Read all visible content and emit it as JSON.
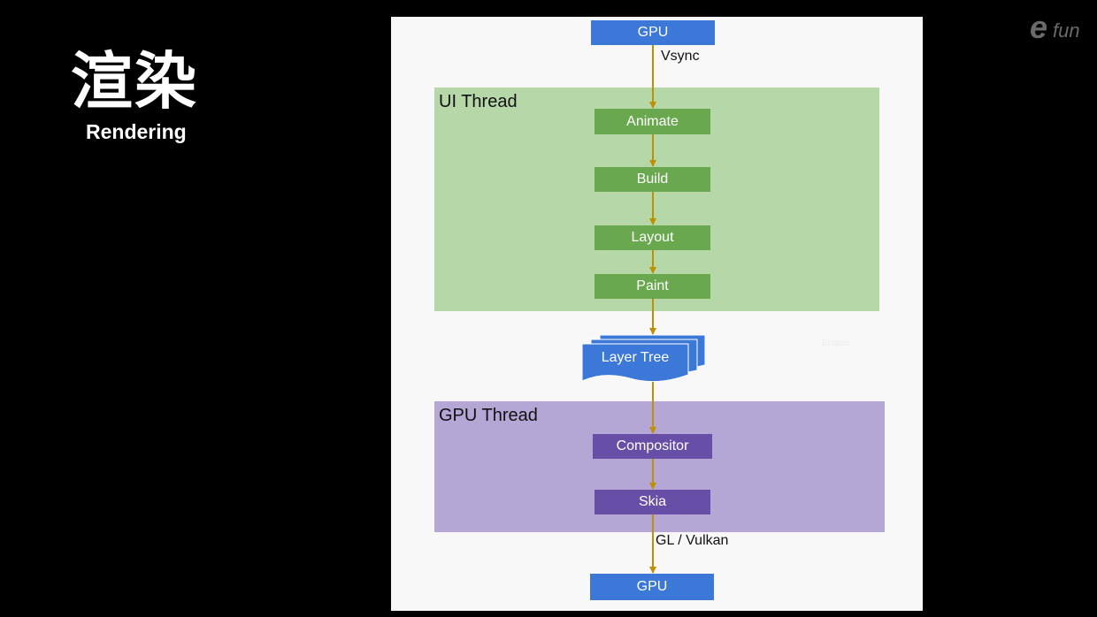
{
  "slide": {
    "title_cn": "渲染",
    "title_en": "Rendering",
    "logo_mark": "e",
    "logo_text": "fun"
  },
  "diagram": {
    "top_gpu": "GPU",
    "vsync_label": "Vsync",
    "ui_thread": {
      "label": "UI Thread",
      "steps": [
        "Animate",
        "Build",
        "Layout",
        "Paint"
      ]
    },
    "layer_tree": "Layer Tree",
    "gpu_thread": {
      "label": "GPU Thread",
      "steps": [
        "Compositor",
        "Skia"
      ]
    },
    "gl_label": "GL / Vulkan",
    "bottom_gpu": "GPU",
    "faint_text": "Engine",
    "colors": {
      "background": "#000000",
      "canvas": "#f8f8f8",
      "ui_thread_zone": "#b6d7a8",
      "gpu_thread_zone": "#b4a7d6",
      "gpu_node": "#3c78d8",
      "ui_step": "#6aa84f",
      "gpu_step": "#674ea7",
      "arrow": "#bf9000"
    }
  }
}
